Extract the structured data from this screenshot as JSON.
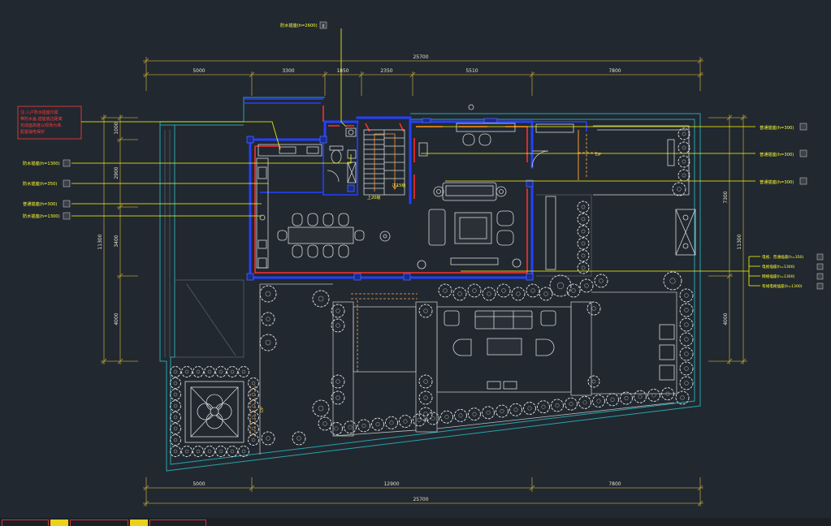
{
  "colors": {
    "background": "#212830",
    "wall": "#2440ff",
    "wall_inner": "#ff2d2d",
    "dimension": "#b39a3a",
    "leader": "#ffff00",
    "site_boundary": "#2aa3ad",
    "furniture": "#d6d6d6",
    "note_text": "#ff3b3b"
  },
  "dimensions": {
    "top_total": "25700",
    "top_segments": [
      "5000",
      "3300",
      "1850",
      "2350",
      "5510",
      "7800"
    ],
    "bottom_segments": [
      "5000",
      "12900",
      "7800"
    ],
    "bottom_total": "25700",
    "left_segments": [
      "1000",
      "2900",
      "3400",
      "4000"
    ],
    "left_total": "11300",
    "right_segments": [
      "7300",
      "4000"
    ],
    "right_total": "11300"
  },
  "callouts": {
    "top": "防水插座(h=2600)",
    "left": [
      "防水插座(h=1300)",
      "防水插座(h=350)",
      "普通插座(h=300)",
      "防水插座(h=1300)"
    ],
    "right": [
      "普通插座(h=300)",
      "普通插座(h=300)",
      "普通插座(h=300)"
    ],
    "right_group": [
      "电视、普通插座(h=350)",
      "电视插座(h=1300)",
      "网络插座(h=1300)",
      "有线电视插座(h=1300)"
    ]
  },
  "note_lines": [
    "注:入户防水插座均需",
    "带防水盖,插座底边距离",
    "完成面高度以现场为准,",
    "配置漏电保护"
  ],
  "stairs": {
    "up": "上20级",
    "down": "下15级"
  },
  "tags": {
    "dp": "DP"
  },
  "icons": {
    "socket": "socket-symbol-icon",
    "tree": "tree-symbol-icon"
  }
}
